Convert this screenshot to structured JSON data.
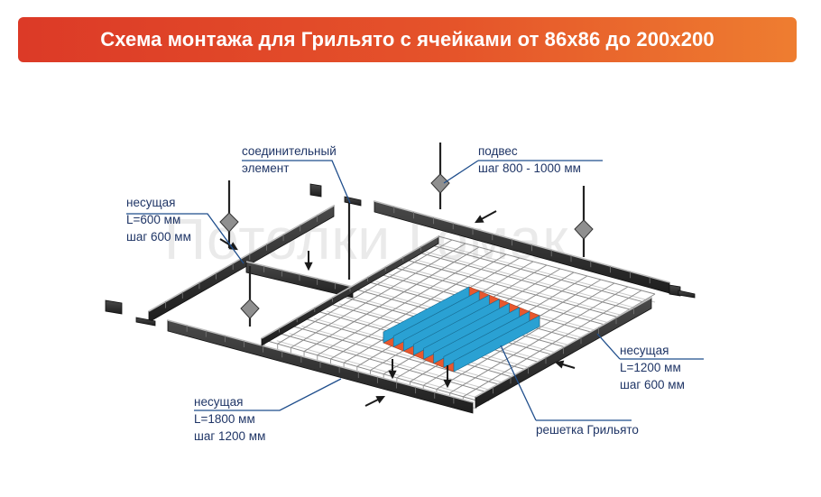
{
  "header": {
    "title": "Схема монтажа для Грильято с ячейками от 86х86 до 200х200"
  },
  "watermark": "Потолки Гомак",
  "labels": {
    "connector": [
      "соединительный",
      "элемент"
    ],
    "hanger": [
      "подвес",
      "шаг 800 - 1000 мм"
    ],
    "carrier_600": [
      "несущая",
      "L=600 мм",
      "шаг 600 мм"
    ],
    "carrier_1800": [
      "несущая",
      "L=1800 мм",
      "шаг 1200 мм"
    ],
    "carrier_1200": [
      "несущая",
      "L=1200 мм",
      "шаг 600 мм"
    ],
    "grid": [
      "решетка Грильято"
    ]
  },
  "colors": {
    "banner_start": "#dc3a27",
    "banner_end": "#ee7d30",
    "label_text": "#1f3566",
    "leader_line": "#1f4e8c",
    "grilyato_orange": "#e8582e",
    "grilyato_blue": "#2aa1d3",
    "rail_dark": "#3a3a3a"
  }
}
